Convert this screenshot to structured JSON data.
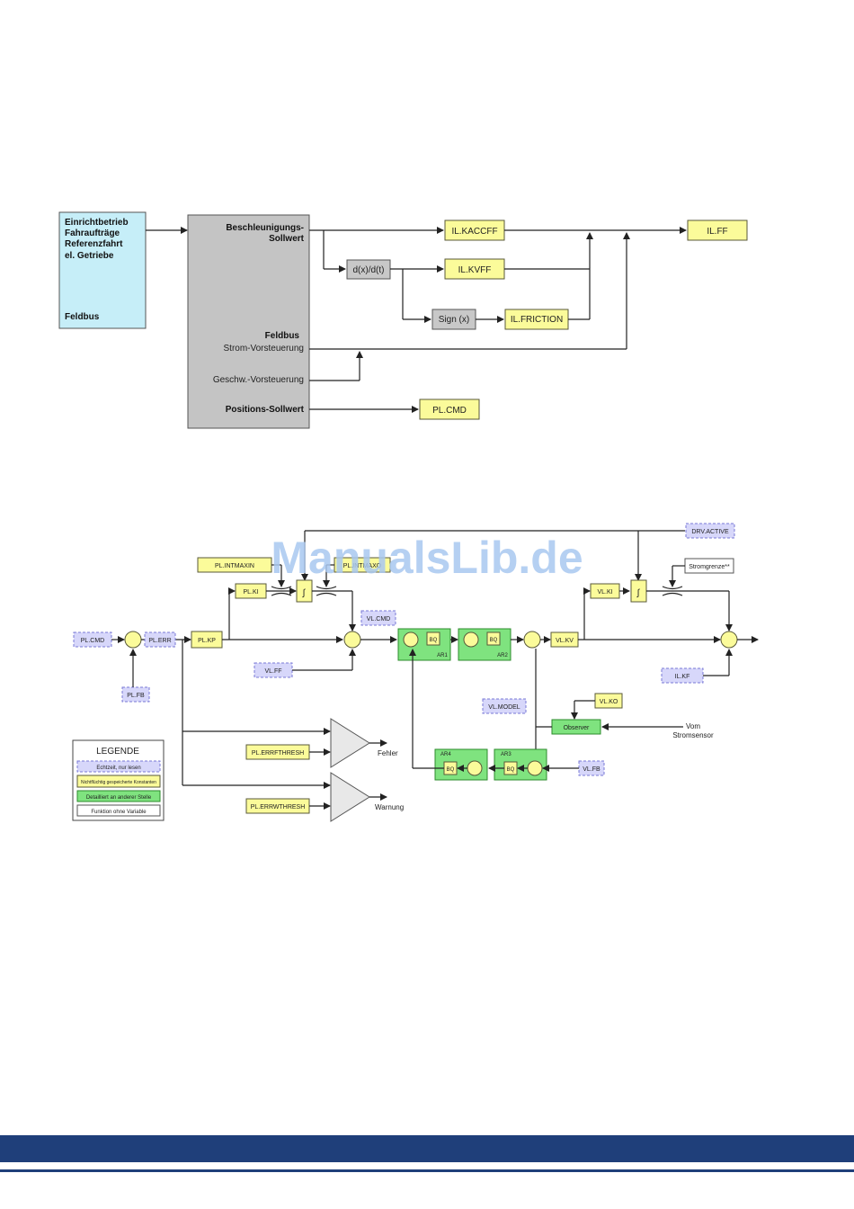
{
  "diagram1": {
    "source_box": {
      "lines": [
        "Einrichtbetrieb",
        "Fahraufträge",
        "Referenzfahrt",
        "el. Getriebe"
      ],
      "bottom": "Feldbus"
    },
    "gray_block": {
      "accel_label_1": "Beschleunigungs-",
      "accel_label_2": "Sollwert",
      "feldbus": "Feldbus",
      "strom": "Strom-Vorsteuerung",
      "geschw": "Geschw.-Vorsteuerung",
      "pos": "Positions-Sollwert"
    },
    "blocks": {
      "kaccff": "IL.KACCFF",
      "ddt": "d(x)/d(t)",
      "kvff": "IL.KVFF",
      "sign": "Sign (x)",
      "friction": "IL.FRICTION",
      "ilff": "IL.FF",
      "plcmd": "PL.CMD"
    }
  },
  "diagram2": {
    "labels": {
      "drvactive": "DRV.ACTIVE",
      "plintmaxin": "PL.INTMAXIN",
      "plintmaxo": "PL.INTMAXO",
      "stromgrenze": "Stromgrenze**",
      "plki": "PL.KI",
      "vlki": "VL.KI",
      "vlcmd": "VL.CMD",
      "plcmd": "PL.CMD",
      "plerr": "PL.ERR",
      "plkp": "PL.KP",
      "bq": "BQ",
      "ar1": "AR1",
      "ar2": "AR2",
      "ar3": "AR3",
      "ar4": "AR4",
      "vlkv": "VL.KV",
      "plfb": "PL.FB",
      "vlff": "VL.FF",
      "ilkf": "IL.KF",
      "vlmodel": "VL.MODEL",
      "vlko": "VL.KO",
      "observer": "Observer",
      "vom": "Vom",
      "stromsensor": "Stromsensor",
      "vlfb": "VL.FB",
      "plerrfthresh": "PL.ERRFTHRESH",
      "plerrwthresh": "PL.ERRWTHRESH",
      "fehler": "Fehler",
      "warnung": "Warnung"
    },
    "legend": {
      "title": "LEGENDE",
      "items": [
        "Echtzeit, nur lesen",
        "Nichtflüchtig gespeicherte Konstanten",
        "Detailliert an anderer Stelle",
        "Funktion ohne Variable"
      ]
    }
  },
  "watermark": "ManualsLib.de"
}
